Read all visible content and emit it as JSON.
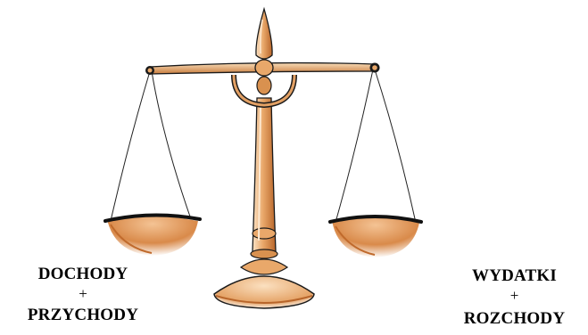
{
  "illustration": {
    "icon": "balance-scale-icon",
    "colors": {
      "wood_light": "#f2c79a",
      "wood_mid": "#d9914f",
      "wood_dark": "#b8652a",
      "outline": "#1a1a1a",
      "pan_inner": "#e6a066",
      "pan_rim": "#111111"
    }
  },
  "left_side": {
    "line1": "DOCHODY",
    "plus": "+",
    "line2": "PRZYCHODY"
  },
  "right_side": {
    "line1": "WYDATKI",
    "plus": "+",
    "line2": "ROZCHODY"
  }
}
